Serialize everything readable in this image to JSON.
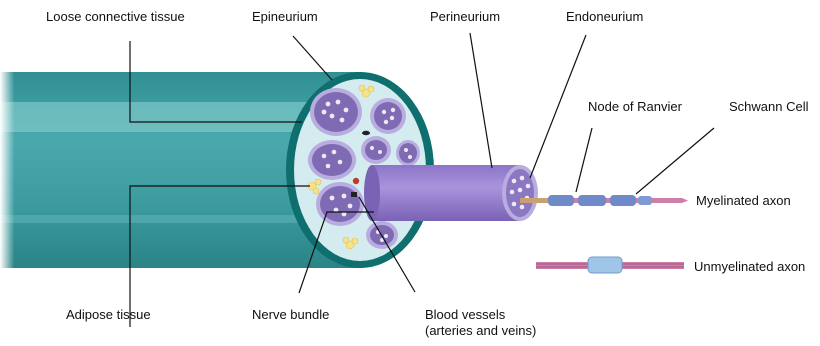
{
  "labels": {
    "loose_connective": "Loose connective tissue",
    "epineurium": "Epineurium",
    "perineurium": "Perineurium",
    "endoneurium": "Endoneurium",
    "node_of_ranvier": "Node of Ranvier",
    "schwann_cell": "Schwann Cell",
    "myelinated_axon": "Myelinated axon",
    "unmyelinated_axon": "Unmyelinated axon",
    "adipose_tissue": "Adipose tissue",
    "nerve_bundle": "Nerve bundle",
    "blood_vessels_line1": "Blood vessels",
    "blood_vessels_line2": "(arteries and veins)"
  },
  "colors": {
    "nerve_sheath": "#3e9ea2",
    "sheath_highlight": "#8ed0d0",
    "epineurium_ring": "#0f6e6e",
    "cross_section_fill": "#d4ecf0",
    "fascicle": "#7e6bb3",
    "fascicle_rim": "#b9ade0",
    "fascicle_cylinder": "#9a82cf",
    "myelin": "#6f8ac7",
    "axon": "#cc7fa8",
    "adipose": "#f5e28a",
    "blood_vessel": "#c0392b",
    "leader_line": "#111111"
  }
}
